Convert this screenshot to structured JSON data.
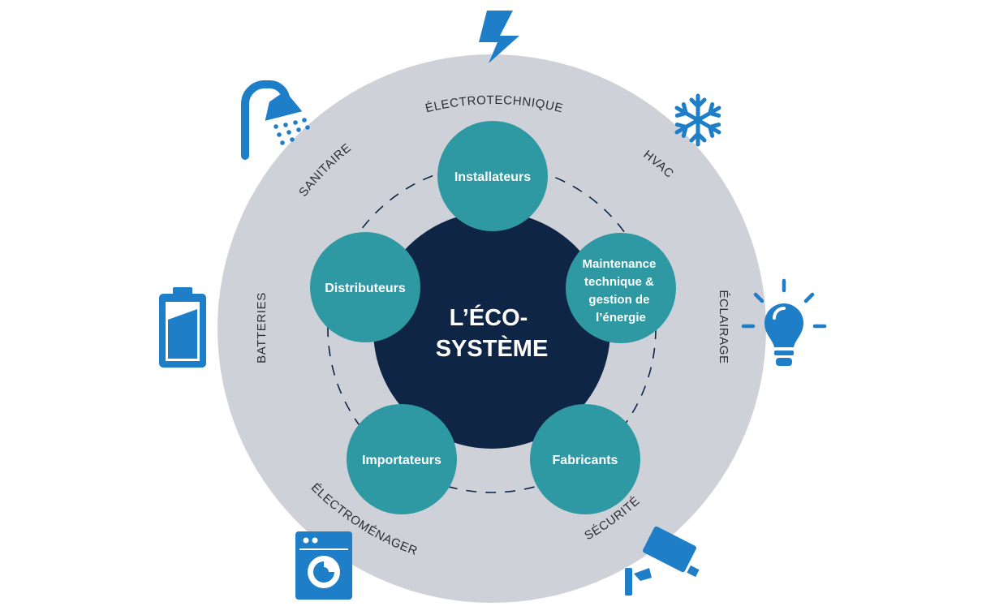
{
  "colors": {
    "outer_ring": "#ced2d8",
    "core": "#0e2545",
    "node": "#2e99a3",
    "dash": "#0e2545",
    "icon": "#1e7ec8",
    "ring_text": "#2a2e35"
  },
  "center": {
    "line1": "L’ÉCO-",
    "line2": "SYSTÈME"
  },
  "nodes": [
    {
      "id": "installateurs",
      "lines": [
        "Installateurs"
      ]
    },
    {
      "id": "maintenance",
      "lines": [
        "Maintenance",
        "technique &",
        "gestion de",
        "l’énergie"
      ]
    },
    {
      "id": "fabricants",
      "lines": [
        "Fabricants"
      ]
    },
    {
      "id": "importateurs",
      "lines": [
        "Importateurs"
      ]
    },
    {
      "id": "distributeurs",
      "lines": [
        "Distributeurs"
      ]
    }
  ],
  "sectors": [
    {
      "id": "electrotechnique",
      "label": "ÉLECTROTECHNIQUE",
      "icon": "lightning-bolt-icon"
    },
    {
      "id": "hvac",
      "label": "HVAC",
      "icon": "snowflake-icon"
    },
    {
      "id": "eclairage",
      "label": "ÉCLAIRAGE",
      "icon": "light-bulb-icon"
    },
    {
      "id": "securite",
      "label": "SÉCURITÉ",
      "icon": "security-camera-icon"
    },
    {
      "id": "electromenager",
      "label": "ÉLECTROMÉNAGER",
      "icon": "washing-machine-icon"
    },
    {
      "id": "batteries",
      "label": "BATTERIES",
      "icon": "battery-icon"
    },
    {
      "id": "sanitaire",
      "label": "SANITAIRE",
      "icon": "shower-icon"
    }
  ]
}
